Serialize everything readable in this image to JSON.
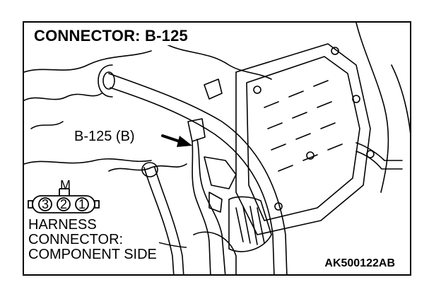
{
  "title": "CONNECTOR: B-125",
  "callout": "B-125 (B)",
  "connector_key": "M",
  "pins": [
    "3",
    "2",
    "1"
  ],
  "caption_lines": [
    "HARNESS",
    "CONNECTOR:",
    "COMPONENT SIDE"
  ],
  "figure_code": "AK500122AB"
}
